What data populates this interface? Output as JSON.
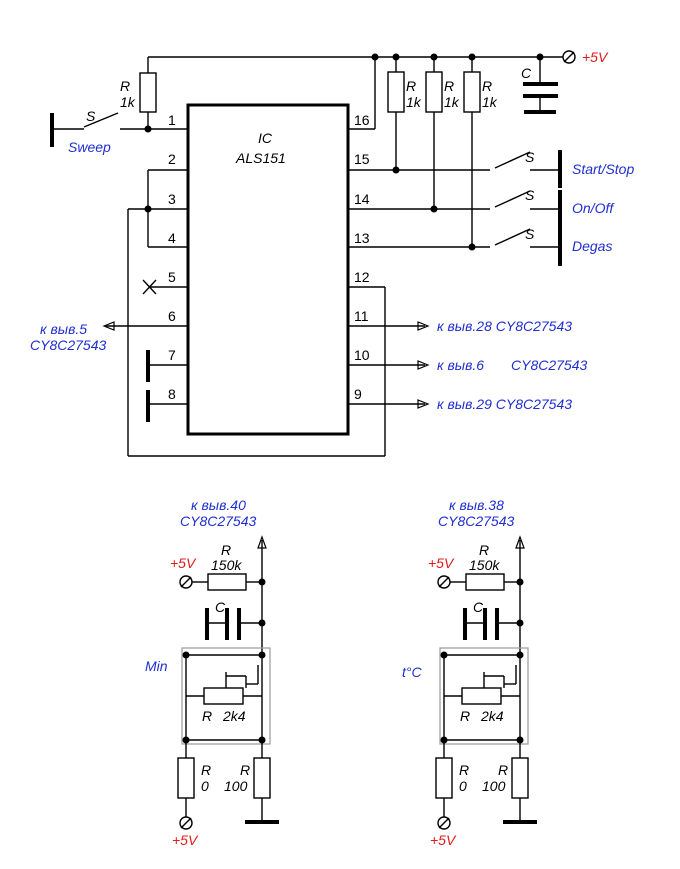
{
  "ic": {
    "designator": "IC",
    "part": "ALS151",
    "pins": {
      "p1": "1",
      "p2": "2",
      "p3": "3",
      "p4": "4",
      "p5": "5",
      "p6": "6",
      "p7": "7",
      "p8": "8",
      "p9": "9",
      "p10": "10",
      "p11": "11",
      "p12": "12",
      "p13": "13",
      "p14": "14",
      "p15": "15",
      "p16": "16"
    }
  },
  "power": {
    "vcc": "+5V"
  },
  "components": {
    "r_letter": "R",
    "c_letter": "C",
    "s_letter": "S",
    "r_1k": "1k",
    "r_150k": "150k",
    "r_2k4": "2k4",
    "r_0": "0",
    "r_100": "100"
  },
  "switches": {
    "sweep": "Sweep",
    "start_stop": "Start/Stop",
    "on_off": "On/Off",
    "degas": "Degas"
  },
  "connections": {
    "pin6_line1": "к выв.5",
    "pin6_line2": "CY8C27543",
    "pin11": "к выв.28  CY8C27543",
    "pin10_a": "к выв.6",
    "pin10_b": "CY8C27543",
    "pin9": "к выв.29  CY8C27543"
  },
  "sub_left": {
    "to_line1": "к выв.40",
    "to_line2": "CY8C27543",
    "label": "Min"
  },
  "sub_right": {
    "to_line1": "к выв.38",
    "to_line2": "CY8C27543",
    "label": "t°C"
  },
  "colors": {
    "wire": "#000000",
    "label_blue": "#1f2fcf",
    "power_red": "#e01b1b"
  }
}
